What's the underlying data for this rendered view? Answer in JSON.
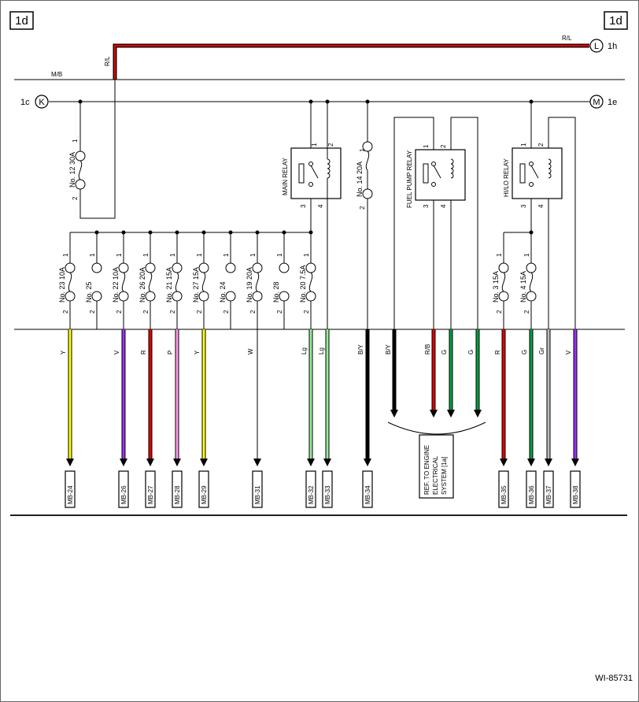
{
  "page": {
    "section_id_left": "1d",
    "section_id_right": "1d",
    "figure_id": "WI-85731"
  },
  "bus": {
    "mb_label": "M/B",
    "rl_label_left": "R/L",
    "rl_label_right": "R/L",
    "terminal_L": "L",
    "terminal_L_ref": "1h",
    "terminal_K": "K",
    "terminal_K_ref": "1c",
    "terminal_M": "M",
    "terminal_M_ref": "1e"
  },
  "top_fuses": [
    {
      "label": "No. 12  30A",
      "pin_top": "1",
      "pin_bottom": "2"
    },
    {
      "label": "No. 14  20A",
      "pin_top": "1",
      "pin_bottom": "2"
    }
  ],
  "relays": [
    {
      "name": "MAIN RELAY",
      "pins": [
        "1",
        "2",
        "3",
        "4"
      ]
    },
    {
      "name": "FUEL PUMP RELAY",
      "pins": [
        "1",
        "2",
        "3",
        "4"
      ]
    },
    {
      "name": "HI/LO RELAY",
      "pins": [
        "1",
        "2",
        "3",
        "4"
      ]
    }
  ],
  "lower_fuses": [
    {
      "label": "No. 23  10A",
      "pin_top": "1",
      "pin_bottom": "2"
    },
    {
      "label": "No. 25",
      "pin_top": "1",
      "pin_bottom": "2"
    },
    {
      "label": "No. 22  10A",
      "pin_top": "1",
      "pin_bottom": "2"
    },
    {
      "label": "No. 26  20A",
      "pin_top": "1",
      "pin_bottom": "2"
    },
    {
      "label": "No. 21  15A",
      "pin_top": "1",
      "pin_bottom": "2"
    },
    {
      "label": "No. 27  15A",
      "pin_top": "1",
      "pin_bottom": "2"
    },
    {
      "label": "No. 24",
      "pin_top": "1",
      "pin_bottom": "2"
    },
    {
      "label": "No. 19  20A",
      "pin_top": "1",
      "pin_bottom": "2"
    },
    {
      "label": "No. 28",
      "pin_top": "1",
      "pin_bottom": "2"
    },
    {
      "label": "No. 20  7.5A",
      "pin_top": "1",
      "pin_bottom": "2"
    },
    {
      "label": "No. 3  15A",
      "pin_top": "1",
      "pin_bottom": "2"
    },
    {
      "label": "No. 4  15A",
      "pin_top": "1",
      "pin_bottom": "2"
    }
  ],
  "wires": [
    {
      "code": "Y",
      "color": "#ffff00",
      "connector": "MB-24"
    },
    {
      "code": "V",
      "color": "#9b30ff",
      "connector": "MB-26"
    },
    {
      "code": "R",
      "color": "#e00000",
      "connector": "MB-27"
    },
    {
      "code": "P",
      "color": "#ff99ee",
      "connector": "MB-28"
    },
    {
      "code": "Y",
      "color": "#ffff00",
      "connector": "MB-29"
    },
    {
      "code": "W",
      "color": "#ffffff",
      "connector": "MB-31"
    },
    {
      "code": "Lg",
      "color": "#99ee99",
      "connector": "MB-32"
    },
    {
      "code": "Lg",
      "color": "#99ee99",
      "connector": "MB-33"
    },
    {
      "code": "B/Y",
      "color": "#000000",
      "connector": "MB-34"
    },
    {
      "code": "B/Y",
      "color": "#000000",
      "connector": ""
    },
    {
      "code": "R/B",
      "color": "#e00000",
      "connector": ""
    },
    {
      "code": "G",
      "color": "#00a040",
      "connector": ""
    },
    {
      "code": "G",
      "color": "#00a040",
      "connector": ""
    },
    {
      "code": "R",
      "color": "#e00000",
      "connector": "MB-35"
    },
    {
      "code": "G",
      "color": "#00a040",
      "connector": "MB-36"
    },
    {
      "code": "Gr",
      "color": "#bbbbbb",
      "connector": "MB-37"
    },
    {
      "code": "V",
      "color": "#9b30ff",
      "connector": "MB-38"
    }
  ],
  "reference_box": {
    "lines": [
      "REF. TO ENGINE",
      "ELECTRICAL",
      "SYSTEM [1a]"
    ]
  }
}
